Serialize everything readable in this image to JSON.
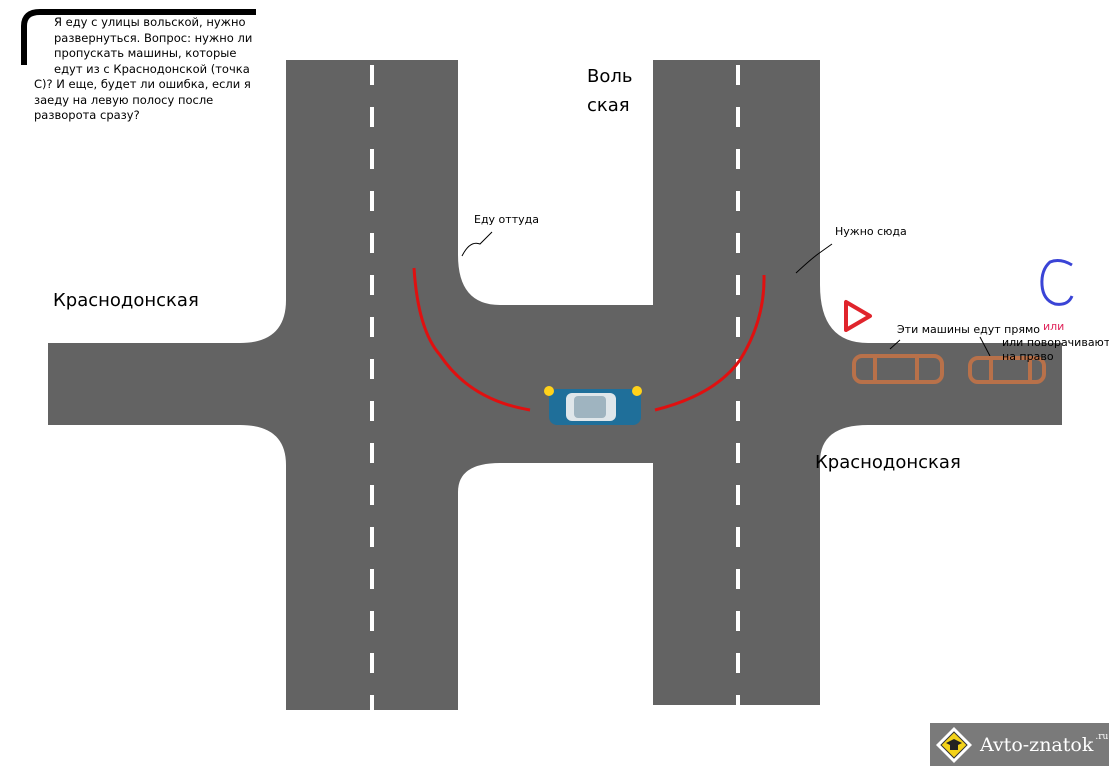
{
  "question": {
    "lines": [
      "Я еду с улицы вольской, нужно развернуться. Вопрос: нужно ли пропускать машины, которые едут из с Краснодонской (точка",
      "С)? И еще, будет ли ошибка, если я заеду на левую полосу после разворота сразу?"
    ]
  },
  "streets": {
    "krasnodonskaya_left": "Краснодонская",
    "krasnodonskaya_right": "Краснодонская",
    "volskaya_1": "Воль",
    "volskaya_2": "ская"
  },
  "notes": {
    "from_there": "Еду оттуда",
    "need_here": "Нужно сюда",
    "cars_straight": "Эти машины едут прямо",
    "or_red": "или",
    "or_turn": "или поворачивают",
    "to_right": "на право"
  },
  "point_label": "C",
  "logo": {
    "text": "Avto-znatok",
    "tld": ".ru"
  },
  "colors": {
    "road": "#636363",
    "path": "#e01010",
    "car_outline": "#b8714a",
    "point": "#3a44d6",
    "yield_sign": "#e0242c"
  }
}
